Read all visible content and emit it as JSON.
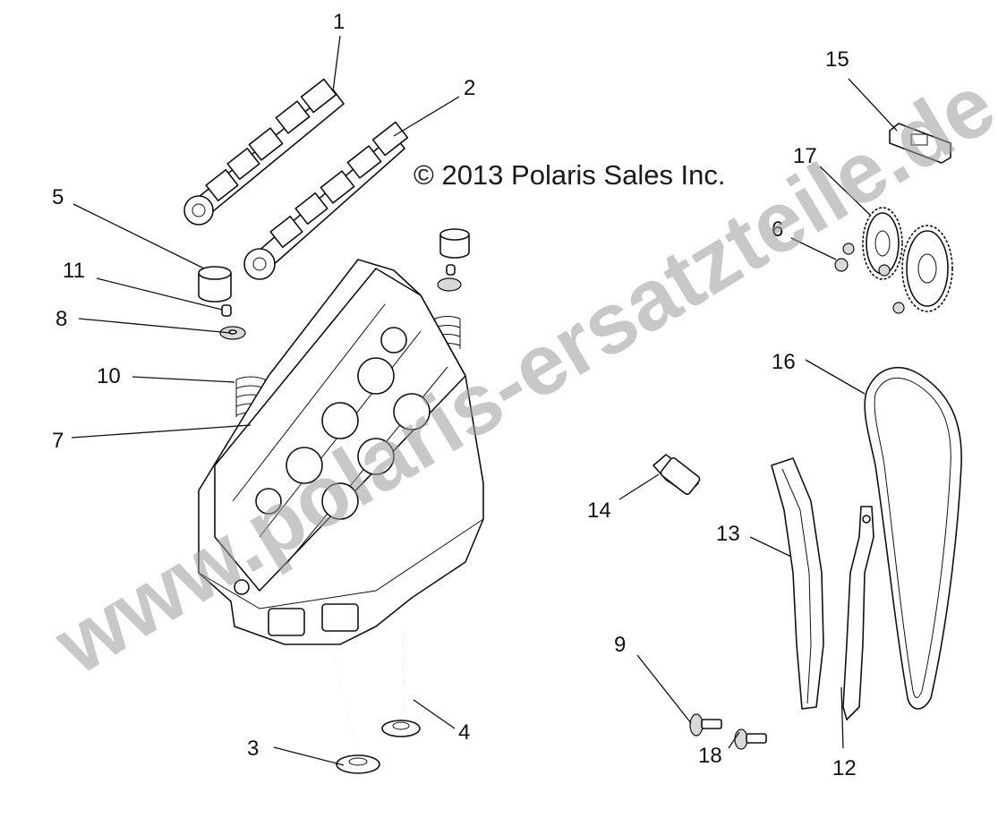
{
  "copyright": "© 2013 Polaris Sales Inc.",
  "watermark": "www.polaris-ersatzteile.de",
  "callouts": [
    {
      "id": "1",
      "label": "1"
    },
    {
      "id": "2",
      "label": "2"
    },
    {
      "id": "3",
      "label": "3"
    },
    {
      "id": "4",
      "label": "4"
    },
    {
      "id": "5",
      "label": "5"
    },
    {
      "id": "6",
      "label": "6"
    },
    {
      "id": "7",
      "label": "7"
    },
    {
      "id": "8",
      "label": "8"
    },
    {
      "id": "9",
      "label": "9"
    },
    {
      "id": "10",
      "label": "10"
    },
    {
      "id": "11",
      "label": "11"
    },
    {
      "id": "12",
      "label": "12"
    },
    {
      "id": "13",
      "label": "13"
    },
    {
      "id": "14",
      "label": "14"
    },
    {
      "id": "15",
      "label": "15"
    },
    {
      "id": "16",
      "label": "16"
    },
    {
      "id": "17",
      "label": "17"
    },
    {
      "id": "18",
      "label": "18"
    }
  ]
}
